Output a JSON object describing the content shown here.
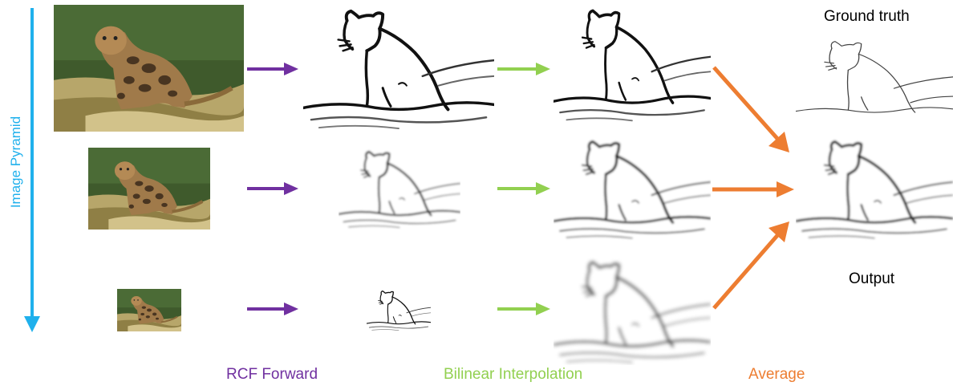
{
  "pyramid_label": "Image Pyramid",
  "labels": {
    "ground_truth": "Ground truth",
    "output": "Output",
    "rcf_forward": "RCF Forward",
    "bilinear_interpolation": "Bilinear Interpolation",
    "average": "Average"
  },
  "colors": {
    "pyramid": "#1fb0ec",
    "rcf": "#7030a0",
    "bilinear": "#92d050",
    "average": "#ed7d31",
    "text": "#000000"
  },
  "icons": [
    "leopard-photo",
    "edge-map"
  ]
}
